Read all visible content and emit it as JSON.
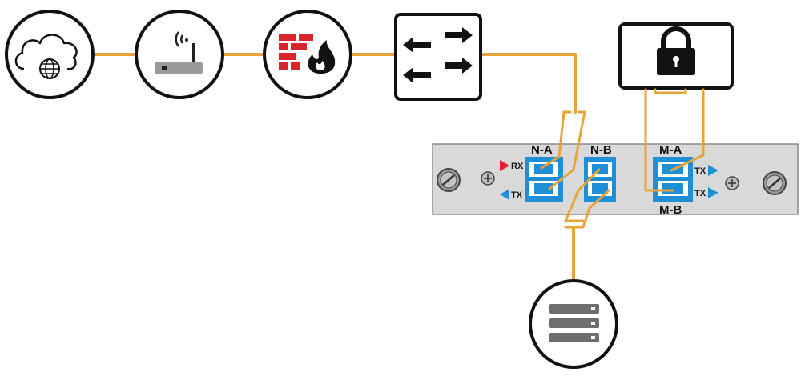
{
  "diagram": {
    "nodes": [
      {
        "id": "internet",
        "icon": "cloud-globe-icon"
      },
      {
        "id": "router",
        "icon": "wifi-router-icon"
      },
      {
        "id": "firewall",
        "icon": "firewall-icon"
      },
      {
        "id": "switch",
        "icon": "switch-arrows-icon"
      },
      {
        "id": "security-appliance",
        "icon": "padlock-icon"
      },
      {
        "id": "server",
        "icon": "server-rack-icon"
      }
    ],
    "card": {
      "port_labels": {
        "na": "N-A",
        "nb": "N-B",
        "ma": "M-A",
        "mb": "M-B"
      },
      "signal_labels": {
        "rx": "RX",
        "tx_left": "TX",
        "tx_right_top": "TX",
        "tx_right_bottom": "TX"
      }
    },
    "colors": {
      "cable": "#E8A33A",
      "port_blue": "#1E8FD6",
      "rx_arrow": "#E0202A",
      "tx_arrow": "#1E8FD6",
      "firewall_red": "#D8252C",
      "card_gray": "#D9D9D9",
      "icon_dark": "#111111",
      "router_gray": "#9A9A9A"
    }
  }
}
